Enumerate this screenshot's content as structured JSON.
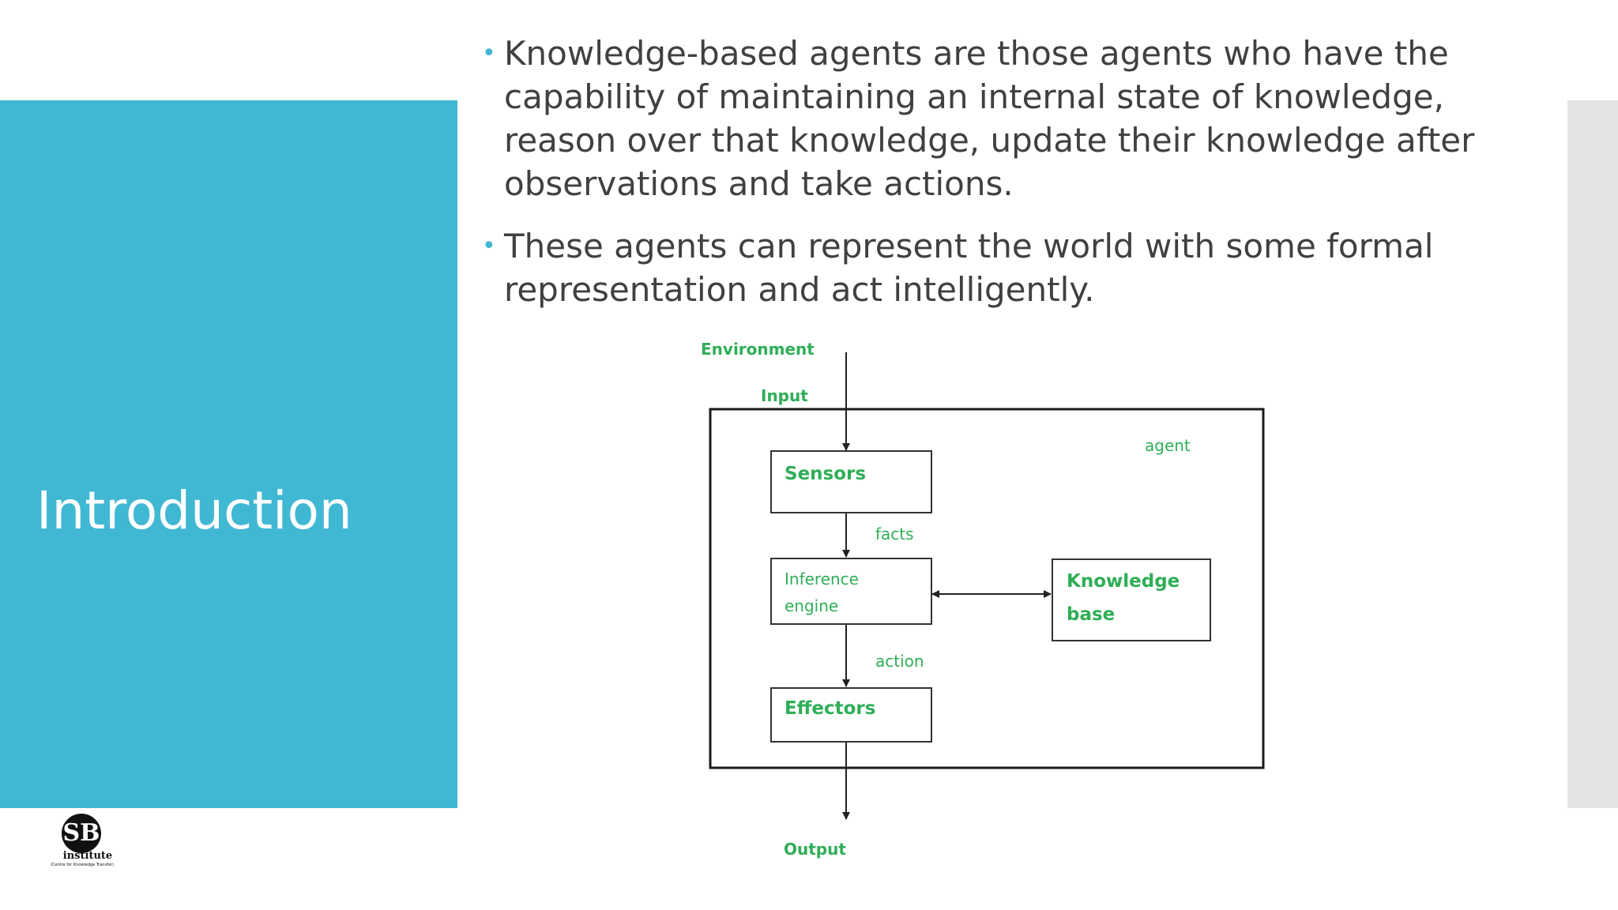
{
  "slide": {
    "title": "Introduction",
    "bullets": [
      "Knowledge-based agents are those agents who have the capability of maintaining an internal state of knowledge, reason over that knowledge, update their knowledge after observations and take actions.",
      "These agents can represent the world with some formal representation and act intelligently."
    ],
    "bullet_glyph": "•"
  },
  "diagram": {
    "environment_label": "Environment",
    "input_label": "Input",
    "agent_label": "agent",
    "sensors_label": "Sensors",
    "facts_label": "facts",
    "inference_label_line1": "Inference",
    "inference_label_line2": "engine",
    "knowledge_label_line1": "Knowledge",
    "knowledge_label_line2": "base",
    "action_label": "action",
    "effectors_label": "Effectors",
    "output_label": "Output"
  },
  "logo": {
    "mark": "SB",
    "name": "institute",
    "tagline": "(Centre for Knowledge Transfer)"
  },
  "colors": {
    "title_panel": "#40b8d3",
    "side_bar": "#e4e4e4",
    "body_text": "#404040",
    "diagram_label_green": "#2fae57"
  }
}
